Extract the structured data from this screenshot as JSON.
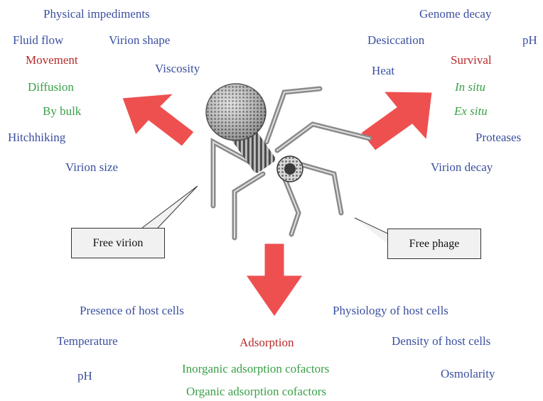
{
  "colors": {
    "physical_factors": "#3a4f9f",
    "processes": "#b62a2a",
    "modes": "#3aa048",
    "arrows": "#ee5050"
  },
  "icons": {
    "center_image": "bacteriophage-icon"
  },
  "movement": {
    "physical_impediments": "Physical impediments",
    "fluid_flow": "Fluid flow",
    "virion_shape": "Virion shape",
    "title": "Movement",
    "viscosity": "Viscosity",
    "diffusion": "Diffusion",
    "by_bulk": "By bulk",
    "hitchhiking": "Hitchhiking",
    "virion_size": "Virion size"
  },
  "survival": {
    "genome_decay": "Genome decay",
    "desiccation": "Desiccation",
    "ph": "pH",
    "title": "Survival",
    "heat": "Heat",
    "in_situ": "In situ",
    "ex_situ": "Ex situ",
    "proteases": "Proteases",
    "virion_decay": "Virion decay"
  },
  "callouts": {
    "free_virion": "Free virion",
    "free_phage": "Free phage"
  },
  "adsorption": {
    "presence_of_host_cells": "Presence of host cells",
    "physiology_of_host_cells": "Physiology of host cells",
    "temperature": "Temperature",
    "title": "Adsorption",
    "density_of_host_cells": "Density of host cells",
    "ph": "pH",
    "inorganic_cofactors": "Inorganic adsorption cofactors",
    "osmolarity": "Osmolarity",
    "organic_cofactors": "Organic adsorption cofactors"
  }
}
